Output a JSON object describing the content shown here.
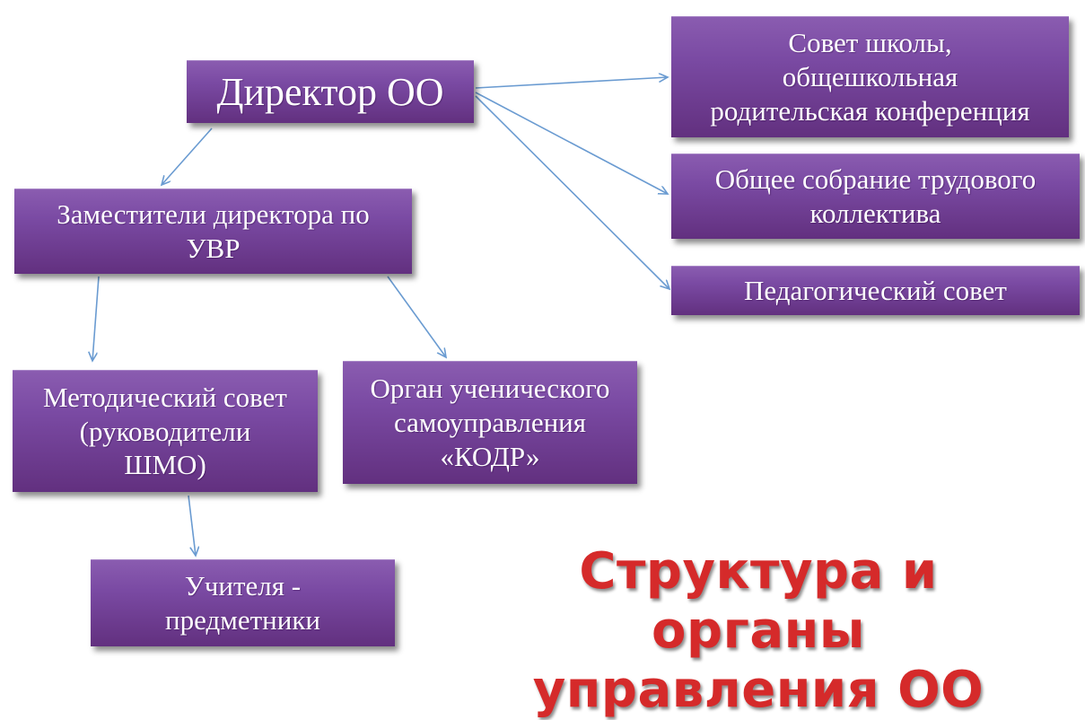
{
  "nodes": {
    "director": "Директор ОО",
    "deputies": "Заместители директора по\nУВР",
    "metodic_council": "Методический совет\n(руководители\nШМО)",
    "student_organ": "Орган ученического\nсамоуправления\n«КОДР»",
    "teachers": "Учителя -\nпредметники",
    "school_council": "Совет школы,\nобщешкольная\nродительская конференция",
    "general_assembly": "Общее собрание трудового\nколлектива",
    "pedagogic_council": "Педагогический совет"
  },
  "title": {
    "line1": "Структура и органы",
    "line2": "управления ОО"
  },
  "colors": {
    "box_fill": "#7a4aa3",
    "arrow": "#6a9bd1",
    "title": "#d52a2a"
  }
}
